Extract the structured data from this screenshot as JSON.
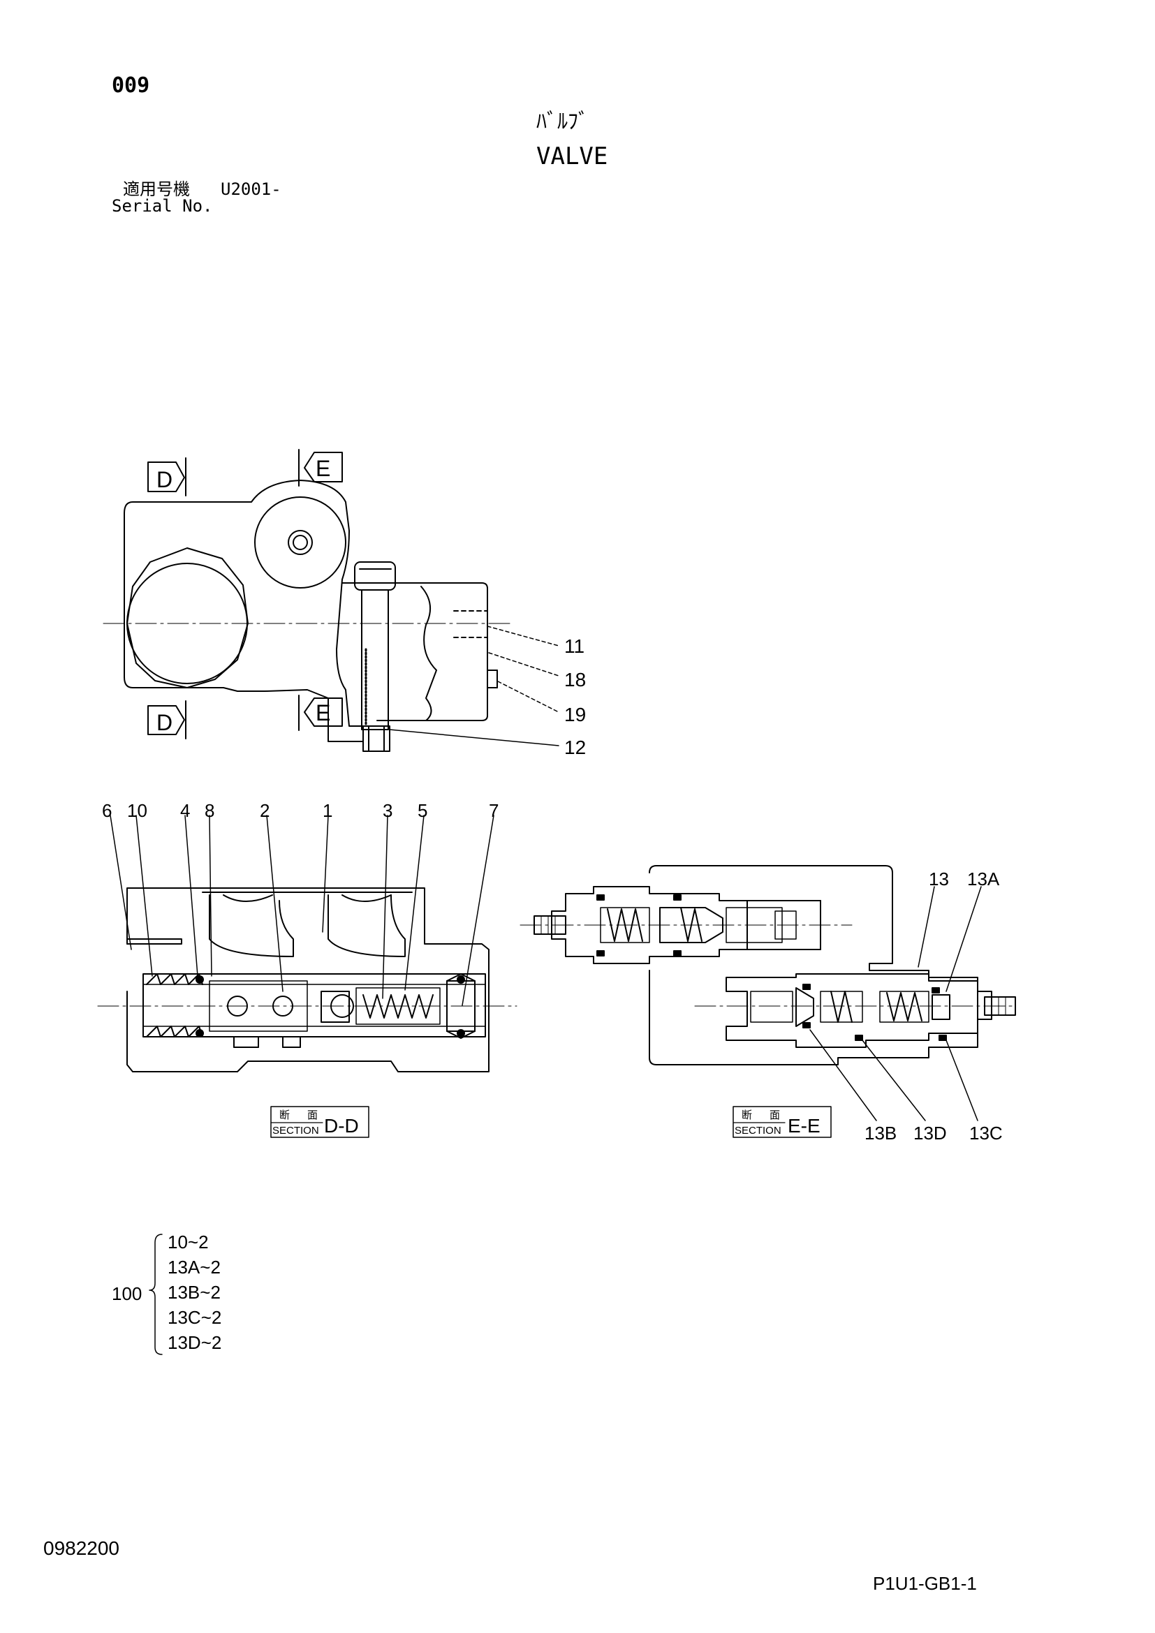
{
  "header": {
    "page_code": "009",
    "title_jp": "ﾊﾞﾙﾌﾞ",
    "title_en": "VALVE",
    "serial_label_jp": "適用号機",
    "serial_value": "U2001-",
    "serial_label_en": "Serial No."
  },
  "view_top": {
    "markers": [
      "D",
      "E",
      "D",
      "E"
    ],
    "callouts": [
      "11",
      "18",
      "19",
      "12"
    ]
  },
  "section_dd": {
    "callouts": [
      "6",
      "10",
      "4",
      "8",
      "2",
      "1",
      "3",
      "5",
      "7"
    ],
    "label_jp_1": "断",
    "label_jp_2": "面",
    "label_section": "SECTION",
    "label_id": "D-D"
  },
  "section_ee": {
    "callouts_top": [
      "13",
      "13A"
    ],
    "callouts_bottom": [
      "13B",
      "13D",
      "13C"
    ],
    "label_jp_1": "断",
    "label_jp_2": "面",
    "label_section": "SECTION",
    "label_id": "E-E"
  },
  "kit": {
    "number": "100",
    "items": [
      "10~2",
      "13A~2",
      "13B~2",
      "13C~2",
      "13D~2"
    ]
  },
  "footer": {
    "drawing_no": "0982200",
    "page_ref": "P1U1-GB1-1"
  }
}
